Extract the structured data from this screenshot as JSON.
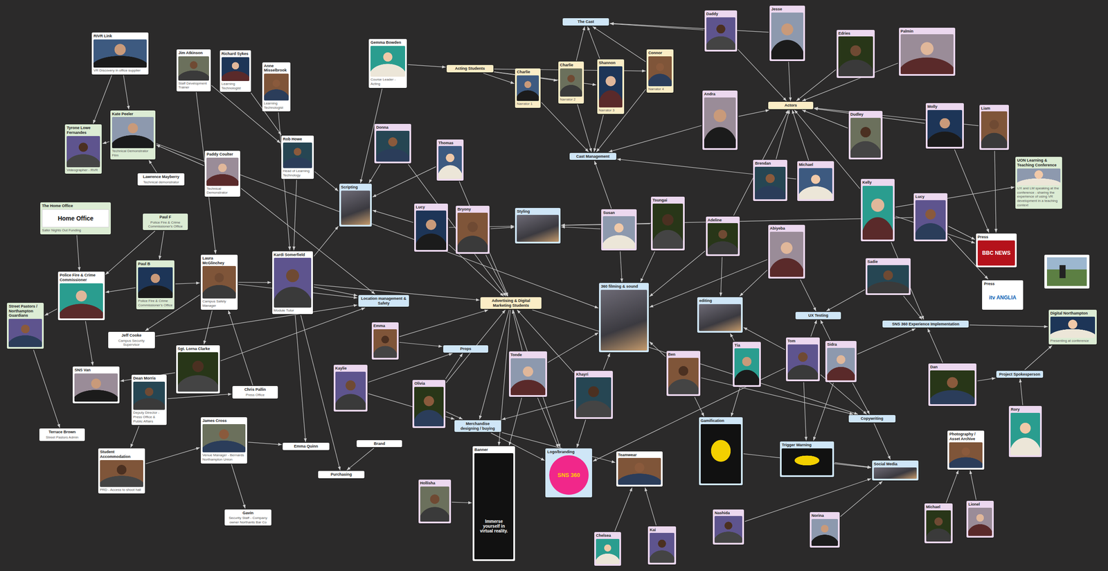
{
  "diagram": {
    "nodes": [
      {
        "text": [
          "RIVR Link",
          "VR Discovery in office supplier"
        ]
      },
      {
        "text": [
          "Jim Atkinson",
          "Staff Development Trainer"
        ]
      },
      {
        "text": [
          "Richard Sykes",
          "Learning Technologist"
        ]
      },
      {
        "text": [
          "Anne Misselbrook",
          "Learning Technologist"
        ]
      },
      {
        "text": [
          "Gemma Bowden",
          "Course Leader - Acting"
        ]
      },
      {
        "text": [
          "Tyrone Lowe Fernandes",
          "Videographer - RVR"
        ]
      },
      {
        "text": [
          "Kate Peeler",
          "Technical Demonstrator Film"
        ]
      },
      {
        "text": [
          "Lawrence Mayberry",
          "Technical demonstrator"
        ]
      },
      {
        "text": [
          "Paddy Coulter",
          "Technical Demonstrator"
        ]
      },
      {
        "text": [
          "Rob Howe",
          "Head of Learning Technology"
        ]
      },
      {
        "text": [
          "The Home Office",
          "Home Office",
          "Safer Nights Out Funding"
        ]
      },
      {
        "text": [
          "Paul F",
          "Police Fire & Crime Commissioner's Office"
        ]
      },
      {
        "text": [
          "Paul B",
          "Police Fire & Crime Commissioner's Office"
        ]
      },
      {
        "text": [
          "Laura McGlinchey",
          "Campus Safety Manager"
        ]
      },
      {
        "text": [
          "Police Fire & Crime Commissioner"
        ]
      },
      {
        "text": [
          "Street Pastors / Northampton Guardians"
        ]
      },
      {
        "text": [
          "Jeff Cooke",
          "Campus Security Supervisor"
        ]
      },
      {
        "text": [
          "Sgt. Lorna Clarke"
        ]
      },
      {
        "text": [
          "SNS Van"
        ]
      },
      {
        "text": [
          "Dean Morris",
          "Deputy Director - Press Office & Public Affairs"
        ]
      },
      {
        "text": [
          "Chris Pallin",
          "Press Office"
        ]
      },
      {
        "text": [
          "James Cross",
          "Venue Manager - Bernards Northampton Union"
        ]
      },
      {
        "text": [
          "Terrace Brown",
          "Street Pastors Admin"
        ]
      },
      {
        "text": [
          "Student Accommodation",
          "PRD - Access to shoot hall"
        ]
      },
      {
        "text": [
          "Gavin",
          "Security Staff - Company owner Northants Bar Co"
        ]
      },
      {
        "text": [
          "Kardi Somerfield",
          "Module Tutor"
        ]
      },
      {
        "text": [
          "Emma Quinn"
        ]
      },
      {
        "text": [
          "Brand"
        ]
      },
      {
        "text": [
          "Purchasing"
        ]
      },
      {
        "text": [
          "Acting Students"
        ]
      },
      {
        "text": [
          "Charlie",
          "Narrator 1"
        ]
      },
      {
        "text": [
          "Charlie",
          "Narrator 2"
        ]
      },
      {
        "text": [
          "Shannon",
          "Narrator 3"
        ]
      },
      {
        "text": [
          "Connor",
          "Narrator 4"
        ]
      },
      {
        "text": [
          "The Cast"
        ]
      },
      {
        "text": [
          "Daddy"
        ]
      },
      {
        "text": [
          "Jesse"
        ]
      },
      {
        "text": [
          "Edries"
        ]
      },
      {
        "text": [
          "Palmin"
        ]
      },
      {
        "text": [
          "Donna"
        ]
      },
      {
        "text": [
          "Thomas"
        ]
      },
      {
        "text": [
          "Scripting"
        ]
      },
      {
        "text": [
          "Lucy"
        ]
      },
      {
        "text": [
          "Bryony"
        ]
      },
      {
        "text": [
          "Styling"
        ]
      },
      {
        "text": [
          "Cast Management"
        ]
      },
      {
        "text": [
          "Susan"
        ]
      },
      {
        "text": [
          "Tsungai"
        ]
      },
      {
        "text": [
          "Andra"
        ]
      },
      {
        "text": [
          "Actors"
        ]
      },
      {
        "text": [
          "Location management & Safety"
        ]
      },
      {
        "text": [
          "Advertising & Digital Marketing Students"
        ]
      },
      {
        "text": [
          "360 filming & sound"
        ]
      },
      {
        "text": [
          "Emma"
        ]
      },
      {
        "text": [
          "Props"
        ]
      },
      {
        "text": [
          "Kaylie"
        ]
      },
      {
        "text": [
          "Tonde"
        ]
      },
      {
        "text": [
          "Olivia"
        ]
      },
      {
        "text": [
          "Merchandise designing / buying"
        ]
      },
      {
        "text": [
          "Khayri"
        ]
      },
      {
        "text": [
          "Banner",
          "Immerse yourself in virtual reality."
        ]
      },
      {
        "text": [
          "Hollisha"
        ]
      },
      {
        "text": [
          "Logo/branding",
          "SNS 360"
        ]
      },
      {
        "text": [
          "Teamwear"
        ]
      },
      {
        "text": [
          "Chelsea"
        ]
      },
      {
        "text": [
          "Kai"
        ]
      },
      {
        "text": [
          "editing"
        ]
      },
      {
        "text": [
          "Adeline"
        ]
      },
      {
        "text": [
          "Abiyeba"
        ]
      },
      {
        "text": [
          "Brendan"
        ]
      },
      {
        "text": [
          "Michael"
        ]
      },
      {
        "text": [
          "Dudley"
        ]
      },
      {
        "text": [
          "Molly"
        ]
      },
      {
        "text": [
          "Liam"
        ]
      },
      {
        "text": [
          "Kelly"
        ]
      },
      {
        "text": [
          "Lucy"
        ]
      },
      {
        "text": [
          "UON Learning & Teaching Conference",
          "UX and LM speaking at the conference - sharing the experience of using VR development in a teaching context"
        ]
      },
      {
        "text": [
          "Press",
          "BBC NEWS"
        ]
      },
      {
        "text": [
          "Press",
          "itv ANGLIA"
        ]
      },
      {
        "text": [
          "Sadie"
        ]
      },
      {
        "text": [
          "UX Testing"
        ]
      },
      {
        "text": [
          "SNS 360 Experience Implementation"
        ]
      },
      {
        "text": [
          "Digital Northampton",
          "Presenting at conference"
        ]
      },
      {
        "text": [
          "Ben"
        ]
      },
      {
        "text": [
          "Tia"
        ]
      },
      {
        "text": [
          "Tom"
        ]
      },
      {
        "text": [
          "Sidra"
        ]
      },
      {
        "text": [
          "Dan"
        ]
      },
      {
        "text": [
          "Project Spokesperson"
        ]
      },
      {
        "text": [
          "Gamification"
        ]
      },
      {
        "text": [
          "Trigger Warning"
        ]
      },
      {
        "text": [
          "Copywriting"
        ]
      },
      {
        "text": [
          "Social Media"
        ]
      },
      {
        "text": [
          "Photography / Asset Archive"
        ]
      },
      {
        "text": [
          "Rory"
        ]
      },
      {
        "text": [
          "Nashida"
        ]
      },
      {
        "text": [
          "Norina"
        ]
      },
      {
        "text": [
          "Michael"
        ]
      },
      {
        "text": [
          "Lionel"
        ]
      }
    ],
    "edges": [
      {
        "from": 4,
        "to": 29,
        "arrow": "to"
      },
      {
        "from": 29,
        "to": 30,
        "arrow": "to"
      },
      {
        "from": 29,
        "to": 31,
        "arrow": "to"
      },
      {
        "from": 29,
        "to": 32,
        "arrow": "to"
      },
      {
        "from": 29,
        "to": 33,
        "arrow": "to"
      },
      {
        "from": 31,
        "to": 34,
        "arrow": "to"
      },
      {
        "from": 32,
        "to": 34,
        "arrow": "to"
      },
      {
        "from": 33,
        "to": 34,
        "arrow": "to"
      },
      {
        "from": 35,
        "to": 34,
        "arrow": "to"
      },
      {
        "from": 36,
        "to": 34,
        "arrow": "to"
      },
      {
        "from": 48,
        "to": 49,
        "arrow": "to"
      },
      {
        "from": 36,
        "to": 49,
        "arrow": "to"
      },
      {
        "from": 37,
        "to": 49,
        "arrow": "to"
      },
      {
        "from": 38,
        "to": 49,
        "arrow": "to"
      },
      {
        "from": 35,
        "to": 49,
        "arrow": "to"
      },
      {
        "from": 71,
        "to": 49,
        "arrow": "to"
      },
      {
        "from": 72,
        "to": 49,
        "arrow": "to"
      },
      {
        "from": 69,
        "to": 49,
        "arrow": "to"
      },
      {
        "from": 70,
        "to": 49,
        "arrow": "to"
      },
      {
        "from": 67,
        "to": 49,
        "arrow": "to"
      },
      {
        "from": 74,
        "to": 49,
        "arrow": "to"
      },
      {
        "from": 73,
        "to": 49,
        "arrow": "to"
      },
      {
        "from": 30,
        "to": 45,
        "arrow": "to"
      },
      {
        "from": 31,
        "to": 45,
        "arrow": "to"
      },
      {
        "from": 32,
        "to": 45,
        "arrow": "to"
      },
      {
        "from": 33,
        "to": 45,
        "arrow": "to"
      },
      {
        "from": 48,
        "to": 45,
        "arrow": "to"
      },
      {
        "from": 70,
        "to": 45,
        "arrow": "to"
      },
      {
        "from": 46,
        "to": 45,
        "arrow": "to"
      },
      {
        "from": 39,
        "to": 41,
        "arrow": "to"
      },
      {
        "from": 40,
        "to": 41,
        "arrow": "to"
      },
      {
        "from": 9,
        "to": 41,
        "arrow": "to"
      },
      {
        "from": 4,
        "to": 41,
        "arrow": "to"
      },
      {
        "from": 42,
        "to": 41,
        "arrow": "to"
      },
      {
        "from": 25,
        "to": 41,
        "arrow": "to"
      },
      {
        "from": 42,
        "to": 44,
        "arrow": "to"
      },
      {
        "from": 43,
        "to": 44,
        "arrow": "to"
      },
      {
        "from": 46,
        "to": 44,
        "arrow": "to"
      },
      {
        "from": 47,
        "to": 44,
        "arrow": "to"
      },
      {
        "from": 75,
        "to": 44,
        "arrow": "to"
      },
      {
        "from": 13,
        "to": 50,
        "arrow": "to"
      },
      {
        "from": 25,
        "to": 50,
        "arrow": "to"
      },
      {
        "from": 17,
        "to": 50,
        "arrow": "to"
      },
      {
        "from": 16,
        "to": 50,
        "arrow": "to"
      },
      {
        "from": 8,
        "to": 50,
        "arrow": "to"
      },
      {
        "from": 25,
        "to": 51,
        "arrow": "to"
      },
      {
        "from": 42,
        "to": 51,
        "arrow": "to"
      },
      {
        "from": 43,
        "to": 51,
        "arrow": "to"
      },
      {
        "from": 53,
        "to": 51,
        "arrow": "to"
      },
      {
        "from": 56,
        "to": 51,
        "arrow": "to"
      },
      {
        "from": 57,
        "to": 51,
        "arrow": "to"
      },
      {
        "from": 59,
        "to": 51,
        "arrow": "to"
      },
      {
        "from": 39,
        "to": 51,
        "arrow": "to"
      },
      {
        "from": 40,
        "to": 51,
        "arrow": "to"
      },
      {
        "from": 46,
        "to": 52,
        "arrow": "to"
      },
      {
        "from": 47,
        "to": 52,
        "arrow": "to"
      },
      {
        "from": 59,
        "to": 52,
        "arrow": "to"
      },
      {
        "from": 56,
        "to": 52,
        "arrow": "to"
      },
      {
        "from": 83,
        "to": 52,
        "arrow": "to"
      },
      {
        "from": 67,
        "to": 52,
        "arrow": "to"
      },
      {
        "from": 68,
        "to": 52,
        "arrow": "to"
      },
      {
        "from": 6,
        "to": 52,
        "arrow": "to"
      },
      {
        "from": 53,
        "to": 54,
        "arrow": "to"
      },
      {
        "from": 55,
        "to": 54,
        "arrow": "to"
      },
      {
        "from": 57,
        "to": 54,
        "arrow": "to"
      },
      {
        "from": 57,
        "to": 58,
        "arrow": "to"
      },
      {
        "from": 59,
        "to": 58,
        "arrow": "to"
      },
      {
        "from": 55,
        "to": 58,
        "arrow": "to"
      },
      {
        "from": 58,
        "to": 63,
        "arrow": "to"
      },
      {
        "from": 58,
        "to": 62,
        "arrow": "to"
      },
      {
        "from": 61,
        "to": 60,
        "arrow": "to"
      },
      {
        "from": 56,
        "to": 60,
        "arrow": "to"
      },
      {
        "from": 51,
        "to": 60,
        "arrow": "to"
      },
      {
        "from": 51,
        "to": 58,
        "arrow": "to"
      },
      {
        "from": 51,
        "to": 62,
        "arrow": "to"
      },
      {
        "from": 51,
        "to": 91,
        "arrow": "to"
      },
      {
        "from": 56,
        "to": 62,
        "arrow": "to"
      },
      {
        "from": 59,
        "to": 62,
        "arrow": "to"
      },
      {
        "from": 85,
        "to": 62,
        "arrow": "to"
      },
      {
        "from": 64,
        "to": 63,
        "arrow": "to"
      },
      {
        "from": 65,
        "to": 63,
        "arrow": "to"
      },
      {
        "from": 67,
        "to": 66,
        "arrow": "to"
      },
      {
        "from": 68,
        "to": 66,
        "arrow": "to"
      },
      {
        "from": 84,
        "to": 66,
        "arrow": "to"
      },
      {
        "from": 85,
        "to": 66,
        "arrow": "to"
      },
      {
        "from": 86,
        "to": 80,
        "arrow": "to"
      },
      {
        "from": 85,
        "to": 80,
        "arrow": "to"
      },
      {
        "from": 68,
        "to": 80,
        "arrow": "to"
      },
      {
        "from": 79,
        "to": 80,
        "arrow": "to"
      },
      {
        "from": 79,
        "to": 81,
        "arrow": "to"
      },
      {
        "from": 86,
        "to": 81,
        "arrow": "to"
      },
      {
        "from": 87,
        "to": 81,
        "arrow": "to"
      },
      {
        "from": 74,
        "to": 81,
        "arrow": "to"
      },
      {
        "from": 81,
        "to": 82,
        "arrow": "to"
      },
      {
        "from": 87,
        "to": 88,
        "arrow": "to"
      },
      {
        "from": 94,
        "to": 88,
        "arrow": "to"
      },
      {
        "from": 88,
        "to": 82,
        "arrow": "to"
      },
      {
        "from": 85,
        "to": 91,
        "arrow": "to"
      },
      {
        "from": 86,
        "to": 91,
        "arrow": "to"
      },
      {
        "from": 83,
        "to": 91,
        "arrow": "to"
      },
      {
        "from": 91,
        "to": 92,
        "arrow": "to"
      },
      {
        "from": 96,
        "to": 92,
        "arrow": "to"
      },
      {
        "from": 95,
        "to": 92,
        "arrow": "to"
      },
      {
        "from": 89,
        "to": 92,
        "arrow": "to"
      },
      {
        "from": 90,
        "to": 92,
        "arrow": "to"
      },
      {
        "from": 97,
        "to": 93,
        "arrow": "to"
      },
      {
        "from": 98,
        "to": 93,
        "arrow": "to"
      },
      {
        "from": 83,
        "to": 89,
        "arrow": "to"
      },
      {
        "from": 84,
        "to": 89,
        "arrow": "to"
      },
      {
        "from": 86,
        "to": 90,
        "arrow": "to"
      },
      {
        "from": 85,
        "to": 90,
        "arrow": "to"
      },
      {
        "from": 74,
        "to": 77,
        "arrow": "to"
      },
      {
        "from": 75,
        "to": 77,
        "arrow": "to"
      },
      {
        "from": 72,
        "to": 77,
        "arrow": "to"
      },
      {
        "from": 73,
        "to": 77,
        "arrow": "to"
      },
      {
        "from": 75,
        "to": 78,
        "arrow": "to"
      },
      {
        "from": 74,
        "to": 76,
        "arrow": "to"
      },
      {
        "from": 0,
        "to": 5,
        "arrow": "to"
      },
      {
        "from": 0,
        "to": 6,
        "arrow": "to"
      },
      {
        "from": 6,
        "to": 5,
        "arrow": "to"
      },
      {
        "from": 1,
        "to": 9,
        "arrow": "to"
      },
      {
        "from": 2,
        "to": 9,
        "arrow": "to"
      },
      {
        "from": 3,
        "to": 25,
        "arrow": "to"
      },
      {
        "from": 9,
        "to": 25,
        "arrow": "to"
      },
      {
        "from": 8,
        "to": 6,
        "arrow": "to"
      },
      {
        "from": 7,
        "to": 6,
        "arrow": "to"
      },
      {
        "from": 10,
        "to": 14,
        "arrow": "to"
      },
      {
        "from": 11,
        "to": 14,
        "arrow": "to"
      },
      {
        "from": 12,
        "to": 14,
        "arrow": "to"
      },
      {
        "from": 14,
        "to": 15,
        "arrow": "to"
      },
      {
        "from": 15,
        "to": 22,
        "arrow": "to"
      },
      {
        "from": 14,
        "to": 18,
        "arrow": "to"
      },
      {
        "from": 13,
        "to": 16,
        "arrow": "to"
      },
      {
        "from": 13,
        "to": 17,
        "arrow": "to"
      },
      {
        "from": 17,
        "to": 18,
        "arrow": "to"
      },
      {
        "from": 19,
        "to": 20,
        "arrow": "to"
      },
      {
        "from": 19,
        "to": 23,
        "arrow": "to"
      },
      {
        "from": 21,
        "to": 24,
        "arrow": "to"
      },
      {
        "from": 21,
        "to": 26,
        "arrow": "to"
      },
      {
        "from": 23,
        "to": 21,
        "arrow": "to"
      },
      {
        "from": 13,
        "to": 25,
        "arrow": "to"
      },
      {
        "from": 25,
        "to": 26,
        "arrow": "to"
      },
      {
        "from": 25,
        "to": 28,
        "arrow": "to"
      },
      {
        "from": 27,
        "to": 28,
        "arrow": "to"
      },
      {
        "from": 11,
        "to": 12,
        "arrow": "to"
      },
      {
        "from": 12,
        "to": 13,
        "arrow": "to"
      },
      {
        "from": 20,
        "to": 13,
        "arrow": "to"
      },
      {
        "from": 1,
        "to": 13,
        "arrow": "to"
      }
    ]
  }
}
